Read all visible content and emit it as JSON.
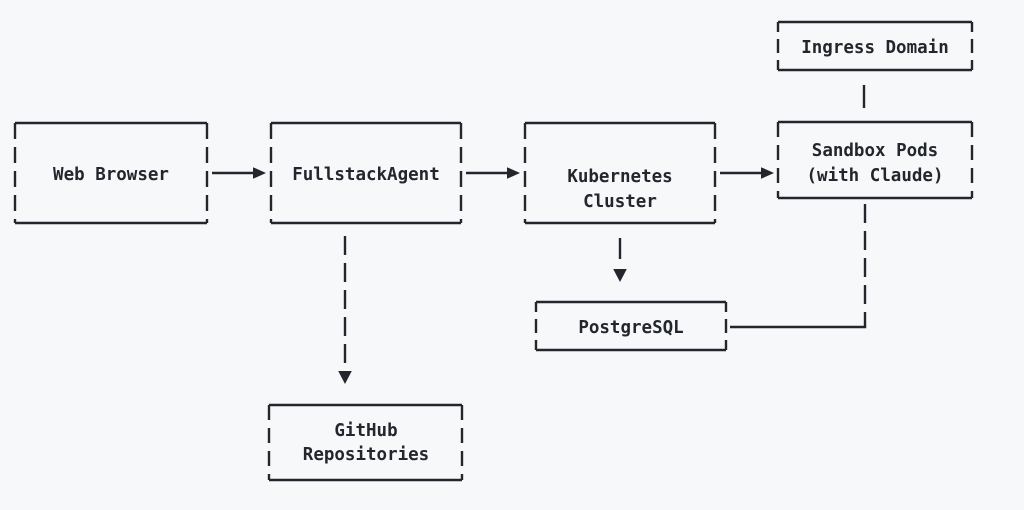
{
  "colors": {
    "background": "#f6f8fa",
    "stroke": "#23272d"
  },
  "nodes": {
    "web_browser": {
      "lines": [
        "Web Browser"
      ]
    },
    "fullstack_agent": {
      "lines": [
        "FullstackAgent"
      ]
    },
    "kubernetes_cluster": {
      "lines": [
        "Kubernetes",
        "Cluster"
      ]
    },
    "ingress_domain": {
      "lines": [
        "Ingress Domain"
      ]
    },
    "sandbox_pods": {
      "lines": [
        "Sandbox Pods",
        "(with Claude)"
      ]
    },
    "postgresql": {
      "lines": [
        "PostgreSQL"
      ]
    },
    "github_repositories": {
      "lines": [
        "GitHub",
        "Repositories"
      ]
    }
  },
  "edges": [
    {
      "from": "web_browser",
      "to": "fullstack_agent",
      "style": "solid",
      "arrow": "right"
    },
    {
      "from": "fullstack_agent",
      "to": "kubernetes_cluster",
      "style": "solid",
      "arrow": "right"
    },
    {
      "from": "kubernetes_cluster",
      "to": "sandbox_pods",
      "style": "solid",
      "arrow": "right"
    },
    {
      "from": "ingress_domain",
      "to": "sandbox_pods",
      "style": "solid",
      "arrow": "none"
    },
    {
      "from": "fullstack_agent",
      "to": "github_repositories",
      "style": "dashed",
      "arrow": "down"
    },
    {
      "from": "kubernetes_cluster",
      "to": "postgresql",
      "style": "dashed",
      "arrow": "down"
    },
    {
      "from": "sandbox_pods",
      "to": "postgresql",
      "style": "elbow",
      "arrow": "none"
    }
  ]
}
